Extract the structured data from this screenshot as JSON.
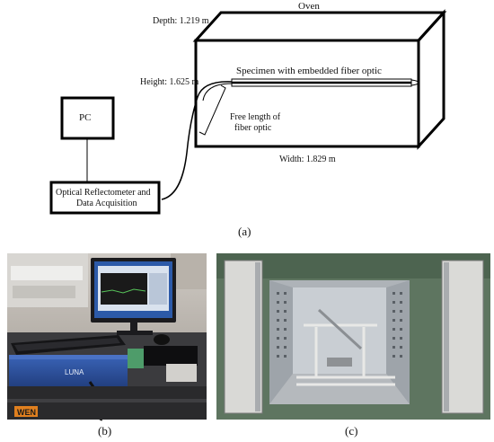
{
  "diagram": {
    "oven_label": "Oven",
    "depth_label": "Depth: 1.219 m",
    "height_label": "Height: 1.625 m",
    "width_label": "Width: 1.829 m",
    "specimen_label": "Specimen with embedded fiber optic",
    "free_length_line1": "Free length of",
    "free_length_line2": "fiber optic",
    "pc_label": "PC",
    "reflectometer_line1": "Optical Reflectometer and",
    "reflectometer_line2": "Data Acquisition",
    "caption_a": "(a)",
    "caption_b": "(b)",
    "caption_c": "(c)"
  },
  "photo_b": {
    "device_brand": "LUNA",
    "cart_brand": "WEN"
  },
  "colors": {
    "line": "#000000",
    "luna_blue": "#2a4f9a",
    "oven_green": "#5e7560",
    "monitor_blue": "#2c5aa8"
  }
}
